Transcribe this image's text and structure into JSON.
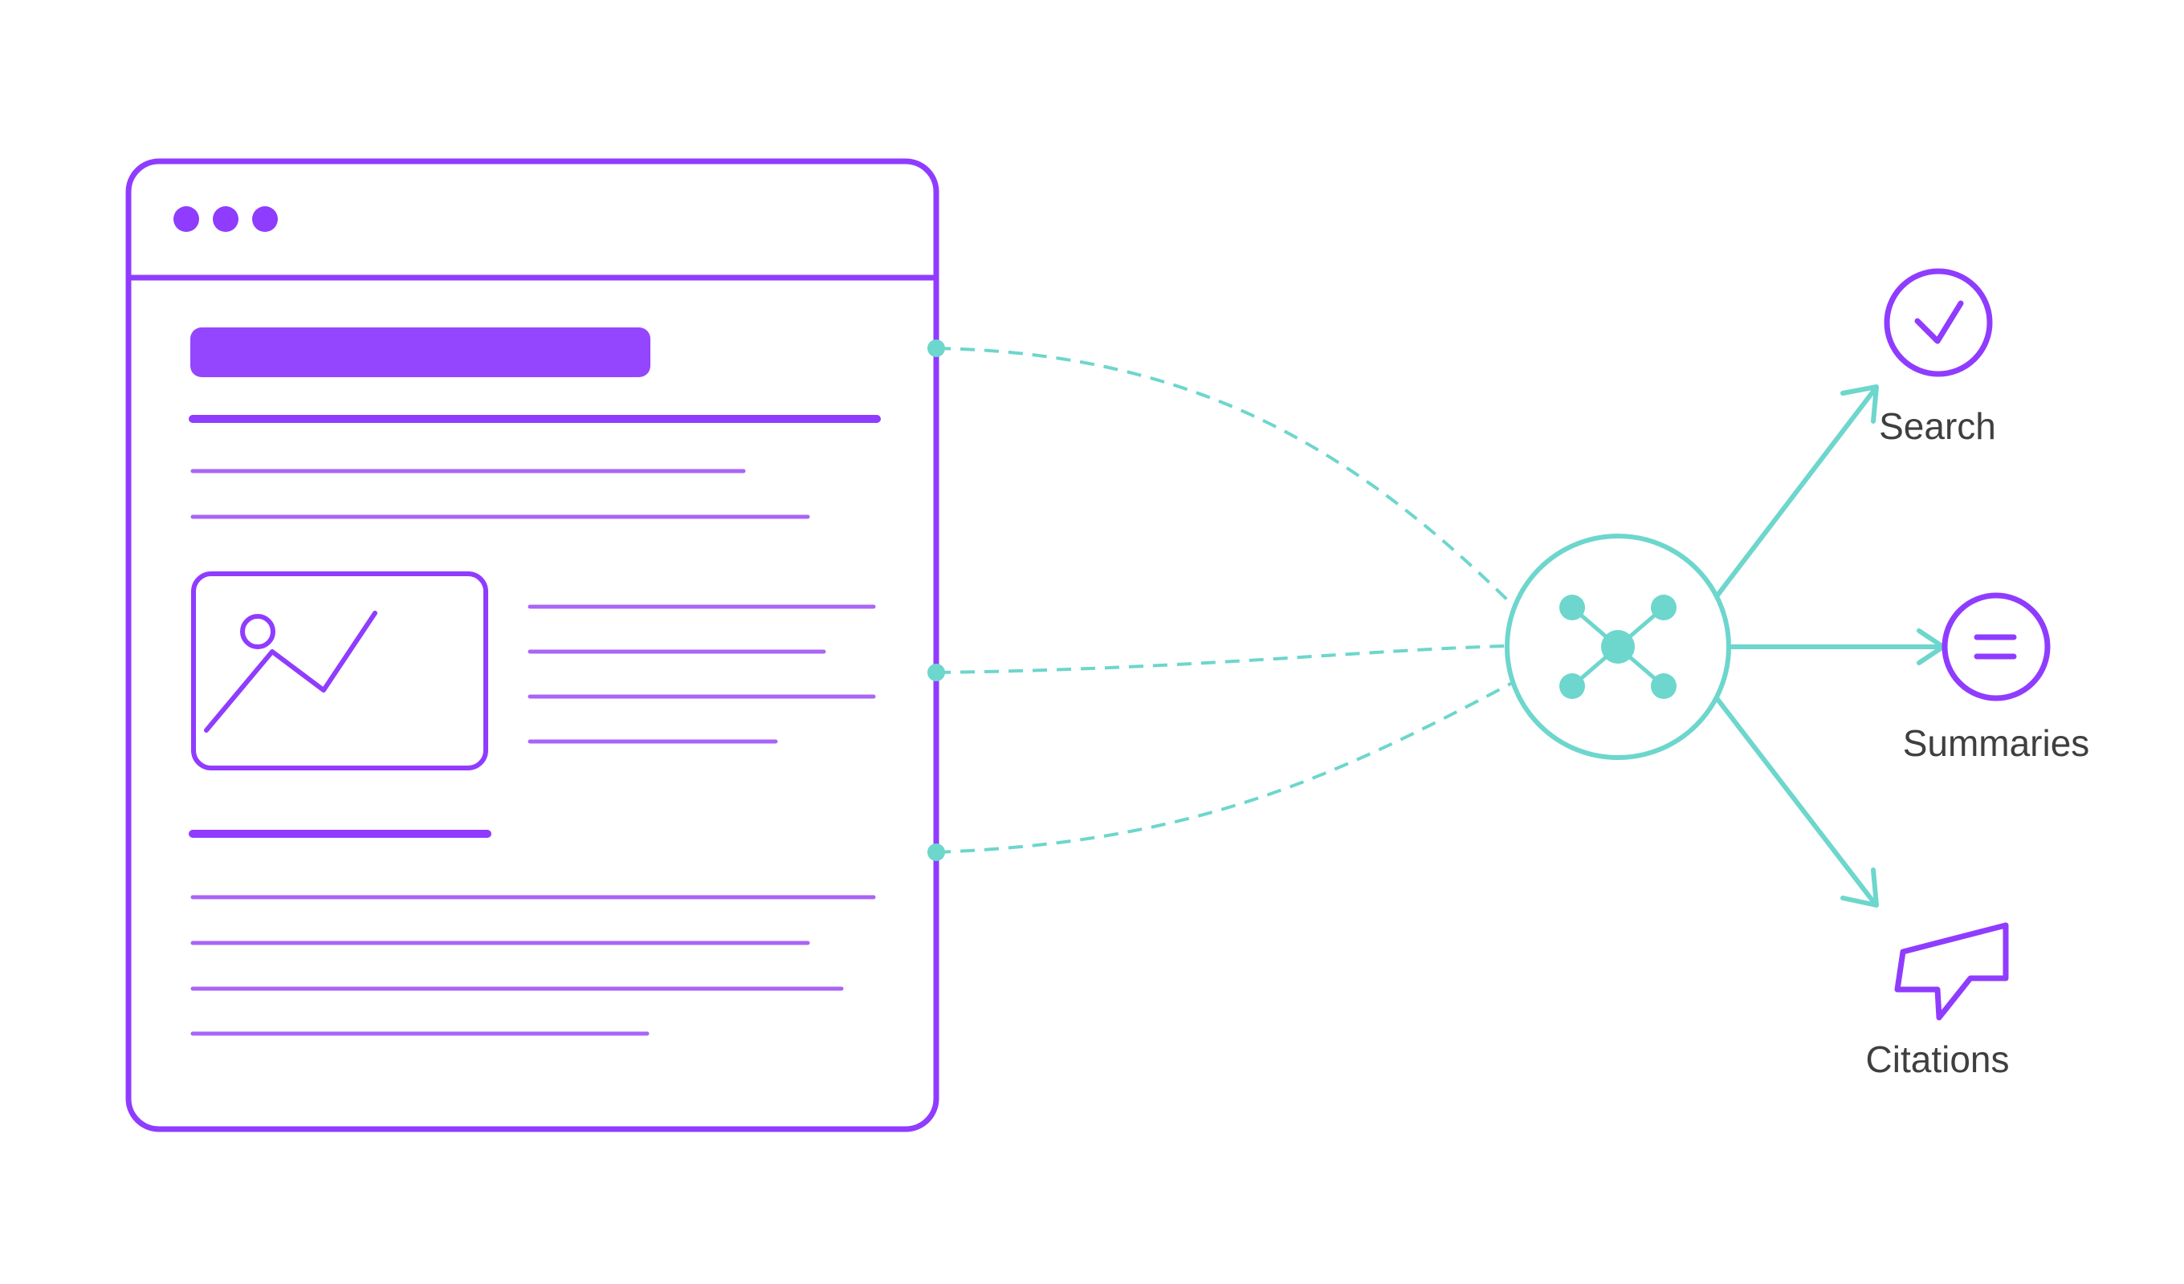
{
  "colors": {
    "purple": "#8f3cff",
    "purple_light": "#a865f7",
    "purple_fill": "#9446ff",
    "teal": "#6dd6cd",
    "label_text": "#3f3f3f"
  },
  "document": {
    "window_dots": 3,
    "icon": "chart-image-icon"
  },
  "hub": {
    "icon": "network-nodes-icon"
  },
  "outputs": [
    {
      "label": "Search",
      "icon": "check-circle-icon"
    },
    {
      "label": "Summaries",
      "icon": "equals-circle-icon"
    },
    {
      "label": "Citations",
      "icon": "speech-bubble-icon"
    }
  ]
}
